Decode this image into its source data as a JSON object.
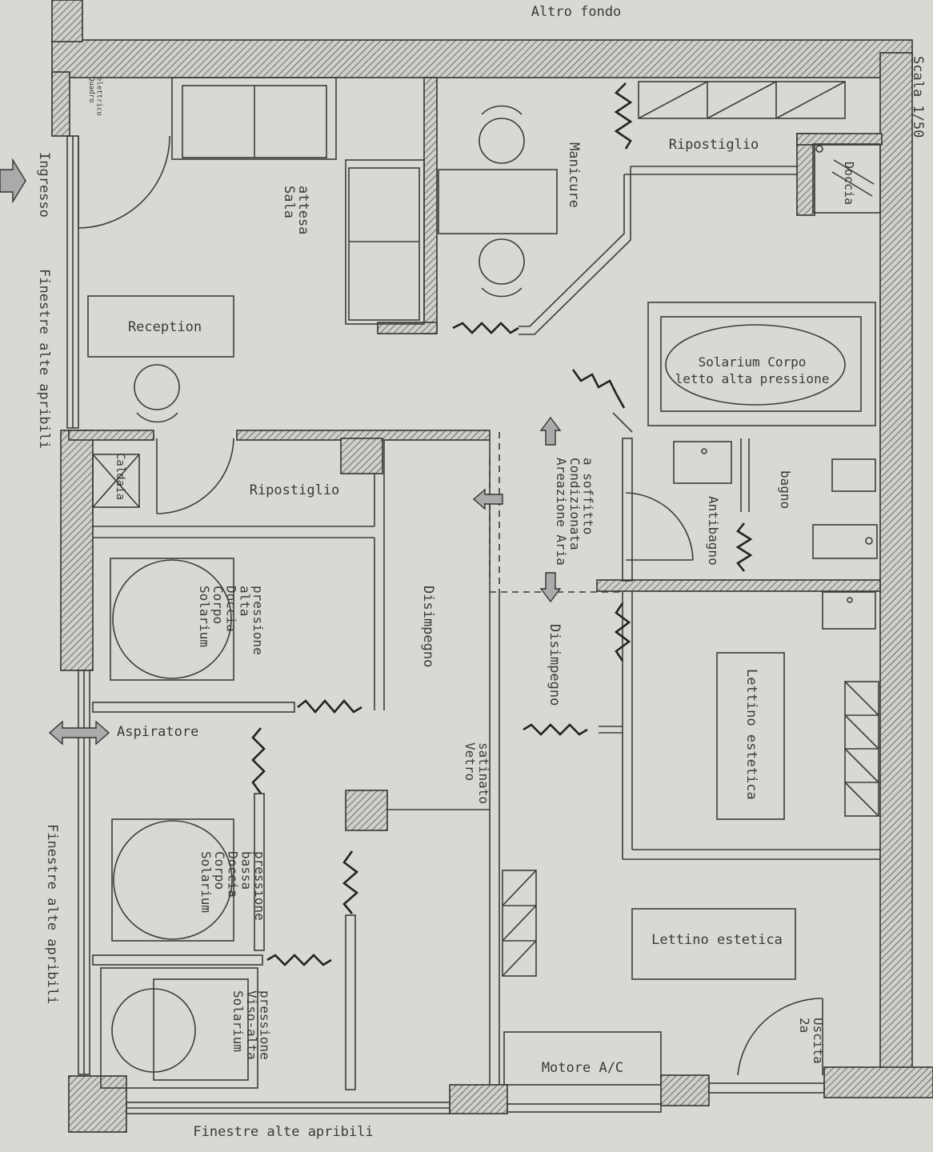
{
  "plan": {
    "top_label": "Altro fondo",
    "scale": "Scala 1/50",
    "entrance": "Ingresso",
    "electrical_panel": "Quadro elettrico",
    "boiler": "Caldaia",
    "exhaust_fan": "Aspiratore",
    "frosted_glass": "Vetro satinato",
    "ceiling_ventilation": "Areazione Aria Condizionata a soffitto",
    "windows_left_upper": "Finestre alte apribili",
    "windows_left_lower": "Finestre alte apribili",
    "windows_bottom": "Finestre alte apribili",
    "second_exit": "2a Uscita",
    "ac_motor": "Motore A/C"
  },
  "rooms": {
    "waiting_room": "Sala attesa",
    "reception": "Reception",
    "manicure": "Manicure",
    "storage_top": "Ripostiglio",
    "shower": "Doccia",
    "solarium_bed": "Solarium Corpo letto alta pressione",
    "storage_left": "Ripostiglio",
    "corridor_left": "Disimpegno",
    "corridor_right": "Disimpegno",
    "antibathroom": "Antibagno",
    "bathroom": "bagno",
    "solarium_high": "Solarium Corpo Doccia alta pressione",
    "solarium_low": "Solarium Corpo Doccia bassa pressione",
    "solarium_face": "Solarium Viso-alta pressione",
    "beauty_bed_1": "Lettino estetica",
    "beauty_bed_2": "Lettino estetica"
  }
}
